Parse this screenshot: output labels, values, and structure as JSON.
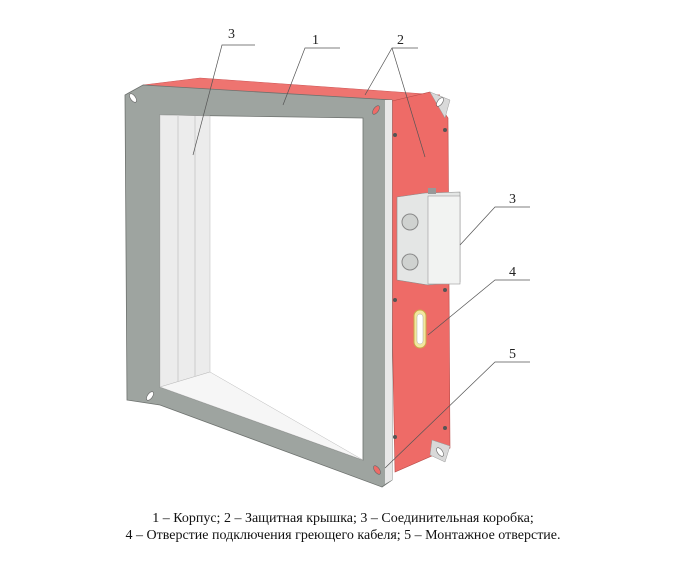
{
  "figure": {
    "callouts": [
      "3",
      "1",
      "2",
      "3",
      "4",
      "5"
    ],
    "colors": {
      "frame": "#9ea4a0",
      "cover": "#ee6b67",
      "box": "#eef0ef"
    }
  },
  "caption": {
    "line1": "1 – Корпус; 2 – Защитная крышка; 3 – Соединительная коробка;",
    "line2": "4 – Отверстие подключения греющего кабеля; 5 – Монтажное отверстие."
  }
}
